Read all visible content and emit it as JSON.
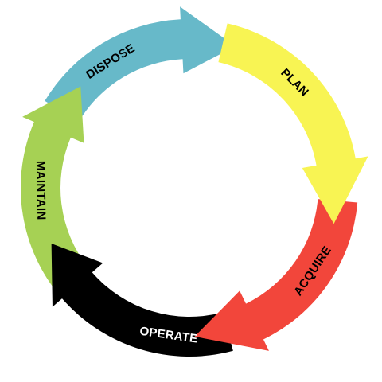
{
  "diagram": {
    "type": "cycle",
    "stages": [
      {
        "id": "plan",
        "label": "PLAN",
        "color": "#F8F453",
        "text_color": "#000000"
      },
      {
        "id": "acquire",
        "label": "ACQUIRE",
        "color": "#F2463B",
        "text_color": "#000000"
      },
      {
        "id": "operate",
        "label": "OPERATE",
        "color": "#000000",
        "text_color": "#FFFFFF"
      },
      {
        "id": "maintain",
        "label": "MAINTAIN",
        "color": "#A6D154",
        "text_color": "#000000"
      },
      {
        "id": "dispose",
        "label": "DISPOSE",
        "color": "#67B9C9",
        "text_color": "#000000"
      }
    ]
  }
}
